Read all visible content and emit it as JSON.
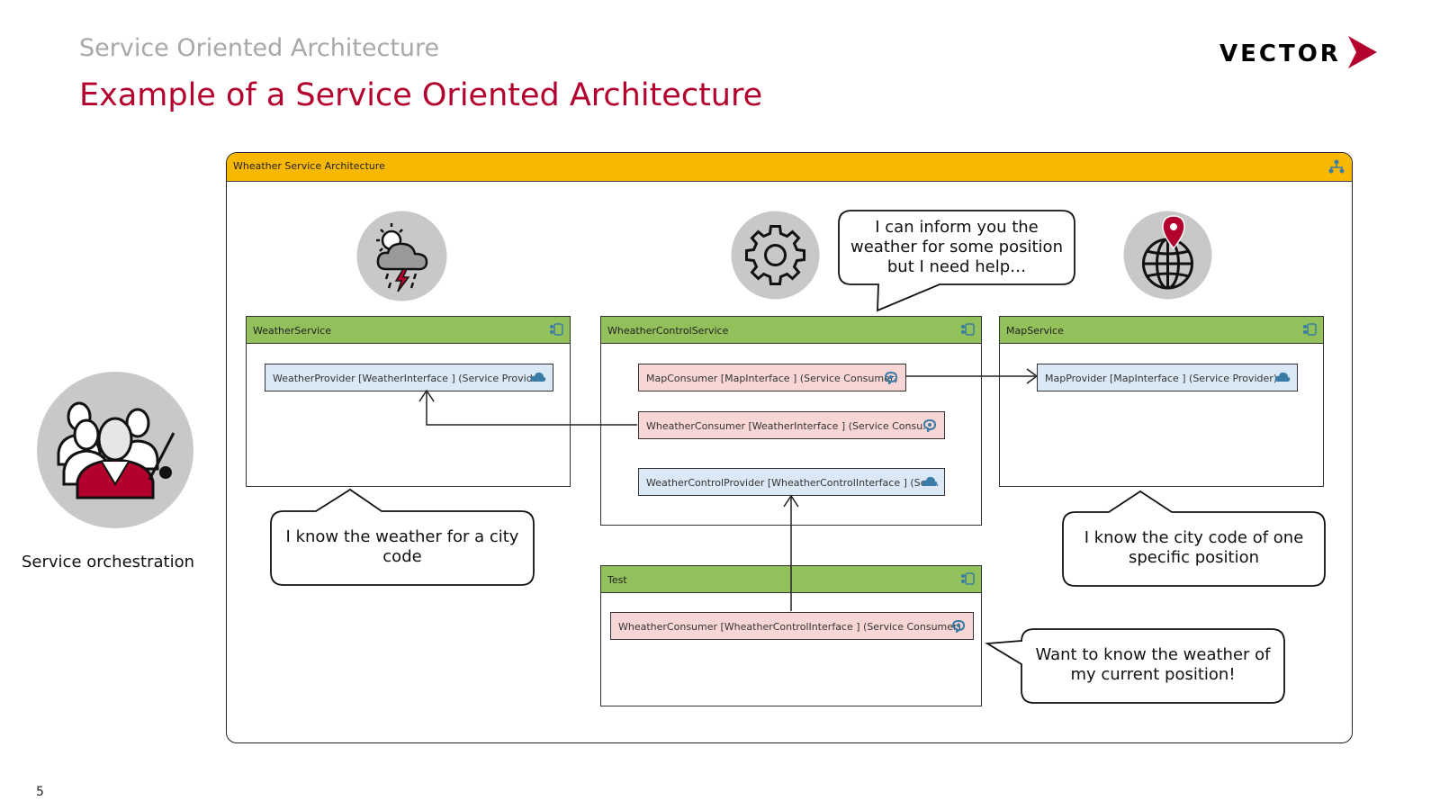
{
  "header": {
    "subtitle": "Service Oriented Architecture",
    "title": "Example of a Service Oriented Architecture",
    "logo_text": "VECTOR",
    "page_number": "5"
  },
  "colors": {
    "title": "#b3002d",
    "frame_header": "#f8b800",
    "service_header": "#92c05a",
    "provider_port": "#dbe9f6",
    "consumer_port": "#f8d6d6",
    "icon_circle": "#c8c8c8",
    "accent_red": "#b3002d"
  },
  "orchestration": {
    "label": "Service orchestration",
    "icon": "people-conductor-icon"
  },
  "frame": {
    "title": "Wheather Service Architecture",
    "icon": "hierarchy-icon"
  },
  "service_icons": {
    "weather": "weather-storm-icon",
    "control": "gear-icon",
    "map": "globe-pin-icon",
    "service_header": "service-component-icon",
    "provider": "cloud-icon",
    "consumer": "consumer-plug-icon"
  },
  "services": {
    "weather": {
      "title": "WeatherService",
      "ports": [
        {
          "label": "WeatherProvider [WeatherInterface ] (Service Provid...",
          "kind": "provider"
        }
      ]
    },
    "control": {
      "title": "WheatherControlService",
      "ports": [
        {
          "label": "MapConsumer [MapInterface ] (Service Consumer)",
          "kind": "consumer"
        },
        {
          "label": "WheatherConsumer [WeatherInterface ] (Service Consu...",
          "kind": "consumer"
        },
        {
          "label": "WeatherControlProvider [WheatherControlInterface ] (Ser...",
          "kind": "provider"
        }
      ]
    },
    "map": {
      "title": "MapService",
      "ports": [
        {
          "label": "MapProvider [MapInterface ] (Service Provider)",
          "kind": "provider"
        }
      ]
    },
    "test": {
      "title": "Test",
      "ports": [
        {
          "label": "WheatherConsumer [WheatherControlInterface ] (Service Consumer)",
          "kind": "consumer"
        }
      ]
    }
  },
  "bubbles": {
    "control": {
      "line1": "I can inform you the",
      "line2": "weather for some position",
      "line3": "but I need help…"
    },
    "weather": {
      "line1": "I know the weather for a city",
      "line2": "code"
    },
    "map": {
      "line1": "I know the city code of one",
      "line2": "specific position"
    },
    "test": {
      "line1": "Want to know the weather of",
      "line2": "my current position!"
    }
  }
}
